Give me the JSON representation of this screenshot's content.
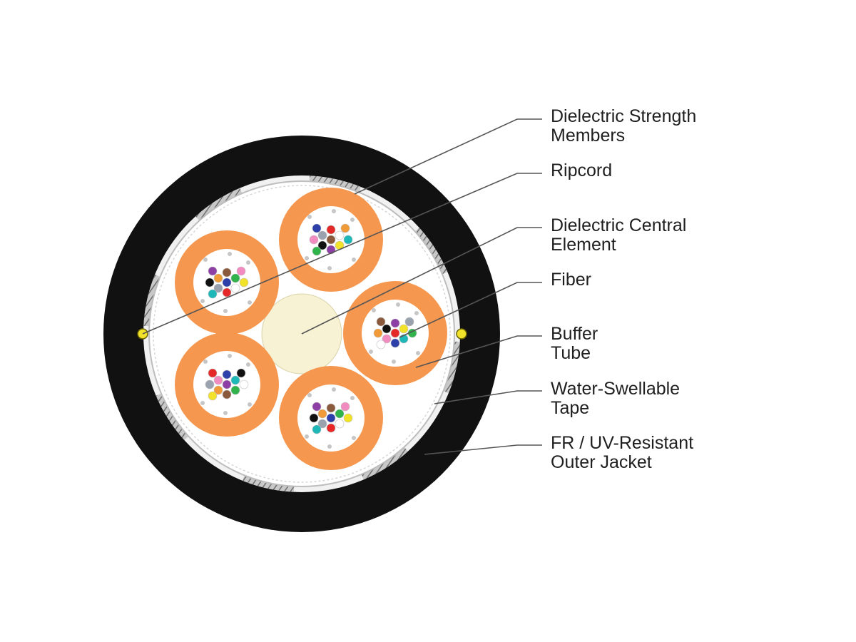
{
  "diagram": {
    "colors": {
      "jacket": "#111111",
      "tape": "#ffffff",
      "buffer_tube": "#f5974f",
      "central_element": "#f7f2d3",
      "ripcord": "#f2e22a",
      "strength_member": "#9a9a9a",
      "leader_line": "#555555"
    },
    "fiber_colors": [
      "#2d3fa8",
      "#f19a38",
      "#2fb34a",
      "#8b5a3c",
      "#9aa2b0",
      "#ffffff",
      "#e52929",
      "#111111",
      "#f2e22a",
      "#8e3fa6",
      "#f28cc0",
      "#1eb8b8"
    ],
    "labels": [
      {
        "key": "strength",
        "lines": [
          "Dielectric Strength",
          "Members"
        ]
      },
      {
        "key": "ripcord",
        "lines": [
          "Ripcord"
        ]
      },
      {
        "key": "central",
        "lines": [
          "Dielectric Central",
          "Element"
        ]
      },
      {
        "key": "fiber",
        "lines": [
          "Fiber"
        ]
      },
      {
        "key": "buffer",
        "lines": [
          "Buffer",
          "Tube"
        ]
      },
      {
        "key": "tape",
        "lines": [
          "Water-Swellable",
          "Tape"
        ]
      },
      {
        "key": "jacket",
        "lines": [
          "FR / UV-Resistant",
          "Outer Jacket"
        ]
      }
    ]
  }
}
